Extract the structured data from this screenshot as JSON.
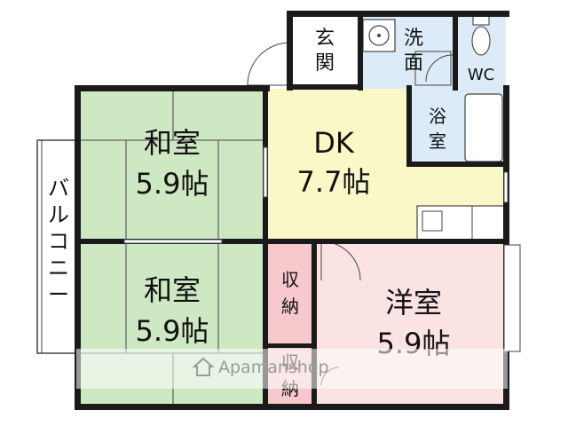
{
  "rooms": {
    "washitsu_upper": {
      "name": "和室",
      "size": "5.9帖"
    },
    "washitsu_lower": {
      "name": "和室",
      "size": "5.9帖"
    },
    "dk": {
      "name": "DK",
      "size": "7.7帖"
    },
    "yoshitsu": {
      "name": "洋室",
      "size": "5.9帖"
    },
    "genkan": {
      "line1": "玄",
      "line2": "関"
    },
    "senmen": {
      "line1": "洗",
      "line2": "面"
    },
    "wc": {
      "label": "WC"
    },
    "yokushitsu": {
      "line1": "浴",
      "line2": "室"
    },
    "shuno_upper": {
      "line1": "収",
      "line2": "納"
    },
    "shuno_lower": {
      "line1": "収",
      "line2": "納"
    },
    "balcony": {
      "chars": [
        "バ",
        "ル",
        "コ",
        "ニ",
        "ー"
      ]
    }
  },
  "watermark": {
    "text": "Apamanshop"
  },
  "colors": {
    "washitsu": "#cfe8c4",
    "dk": "#fbf8c8",
    "yoshitsu": "#fbe3e3",
    "shuno": "#f7c8cc",
    "wet_area": "#dcebf7",
    "wall": "#1a1a1a"
  }
}
